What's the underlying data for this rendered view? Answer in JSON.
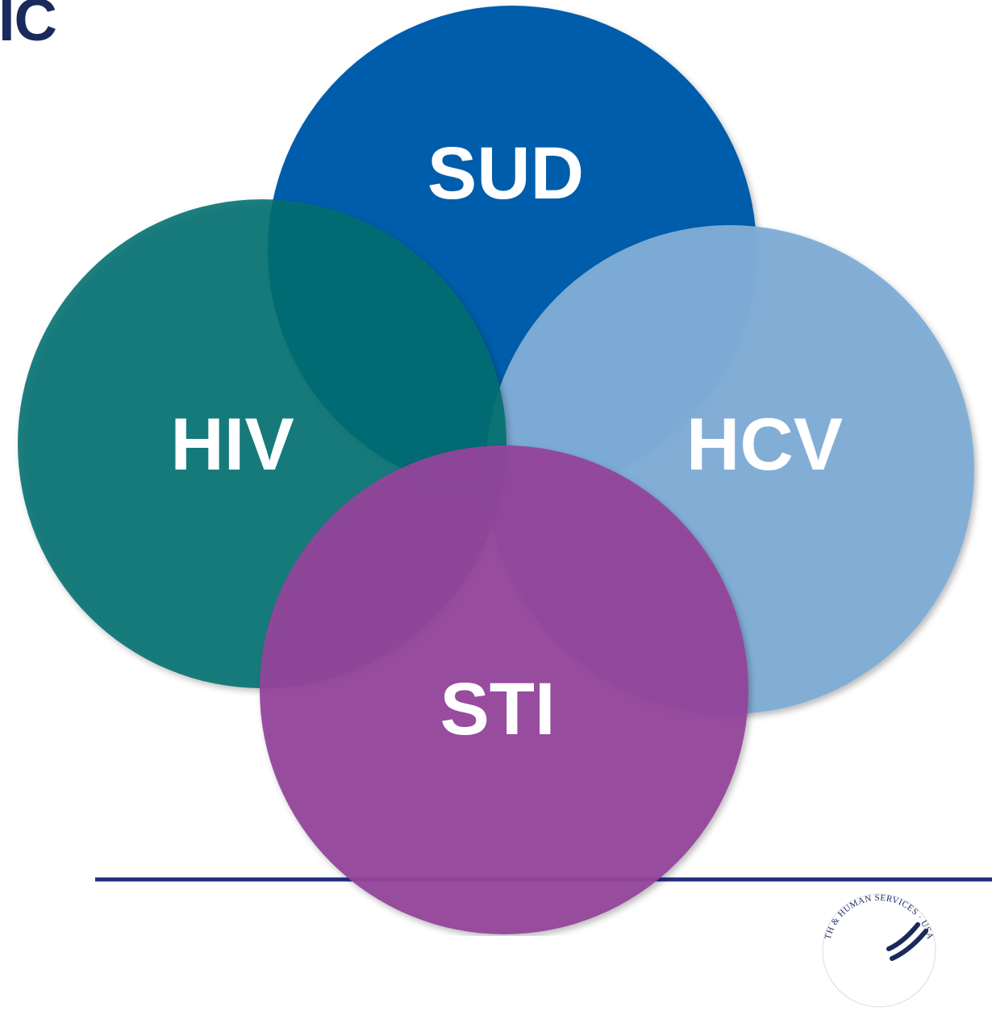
{
  "slide": {
    "title_fragment": "IC"
  },
  "diagram": {
    "circles": [
      {
        "id": "sud",
        "label": "SUD",
        "color": "#005dab",
        "opacity": 1.0
      },
      {
        "id": "hcv",
        "label": "HCV",
        "color": "#7fadd6",
        "opacity": 0.96
      },
      {
        "id": "hiv",
        "label": "HIV",
        "color": "#006e6e",
        "opacity": 0.88
      },
      {
        "id": "sti",
        "label": "STI",
        "color": "#93449a",
        "opacity": 0.94
      }
    ]
  },
  "footer": {
    "rule_color": "#232c82",
    "seal_text": "TH & HUMAN SERVICES · USA"
  }
}
